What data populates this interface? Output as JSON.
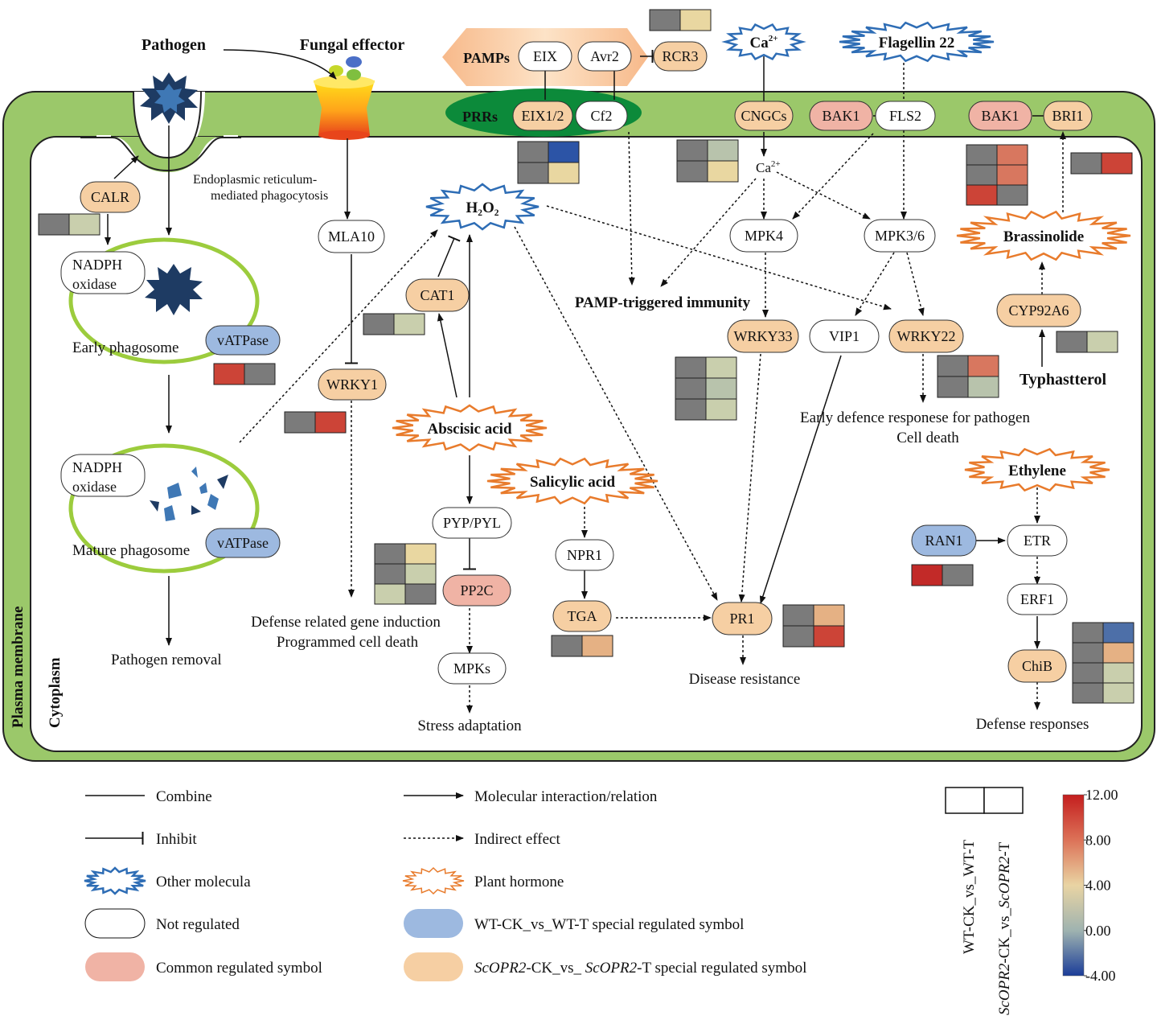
{
  "colors": {
    "membrane": "#9bc86a",
    "membrane_edge": "#222222",
    "phagosome_ring": "#9ccc3d",
    "prr_green": "#0c8a3a",
    "pamp_orange": "#fbd3a6",
    "common": "#f0b3a5",
    "wt_special": "#9db9e0",
    "opr2_special": "#f6cfa3",
    "not_regulated": "#ffffff",
    "molecule_blue": "#2e6db5",
    "hormone_orange": "#e87b2c",
    "pathogen_navy": "#1e3b63",
    "hm_gray": "#7b7b7b",
    "hm_red": "#cc4437",
    "hm_lightred": "#d8775f",
    "hm_peach": "#e5b184",
    "hm_tan": "#e9d7a1",
    "hm_lightgreen": "#c9cfad",
    "hm_sage": "#b8c3ac",
    "hm_blue": "#2c54a6",
    "hm_slateblue": "#4d6fa8",
    "hm_darkred": "#c22a28"
  },
  "compartments": {
    "plasma_membrane": "Plasma membrane",
    "cytoplasm": "Cytoplasm"
  },
  "titles": {
    "pathogen": "Pathogen",
    "fungal_effector": "Fungal effector",
    "pamps": "PAMPs",
    "prrs": "PRRs"
  },
  "nodes": {
    "eix": "EIX",
    "avr2": "Avr2",
    "rcr3": "RCR3",
    "eix12": "EIX1/2",
    "cf2": "Cf2",
    "cngcs": "CNGCs",
    "bak1_fls": "BAK1",
    "fls2": "FLS2",
    "bak1_bri": "BAK1",
    "bri1": "BRI1",
    "calr": "CALR",
    "nadph1": [
      "NADPH",
      "oxidase"
    ],
    "nadph2": [
      "NADPH",
      "oxidase"
    ],
    "vatpase1": "vATPase",
    "vatpase2": "vATPase",
    "mla10": "MLA10",
    "wrky1": "WRKY1",
    "cat1": "CAT1",
    "pyp": "PYP/PYL",
    "pp2c": "PP2C",
    "mpks": "MPKs",
    "npr1": "NPR1",
    "tga": "TGA",
    "pr1": "PR1",
    "mpk4": "MPK4",
    "mpk36": "MPK3/6",
    "wrky33": "WRKY33",
    "vip1": "VIP1",
    "wrky22": "WRKY22",
    "cyp92a6": "CYP92A6",
    "ran1": "RAN1",
    "etr": "ETR",
    "erf1": "ERF1",
    "chib": "ChiB"
  },
  "molecules": {
    "ca_top": "Ca",
    "ca_top_sup": "2+",
    "flagellin": "Flagellin 22",
    "h2o2": "H₂O₂",
    "ca_inner": "Ca",
    "ca_inner_sup": "2+"
  },
  "hormones": {
    "abscisic": "Abscisic acid",
    "salicylic": "Salicylic acid",
    "brassinolide": "Brassinolide",
    "ethylene": "Ethylene"
  },
  "labels": {
    "er_phago": [
      "Endoplasmic reticulum-",
      "mediated phagocytosis"
    ],
    "early_phagosome": "Early phagosome",
    "mature_phagosome": "Mature phagosome",
    "pathogen_removal": "Pathogen removal",
    "defense_induction": [
      "Defense related gene induction",
      "Programmed cell death"
    ],
    "stress": "Stress adaptation",
    "pti": "PAMP-triggered immunity",
    "disease_resistance": "Disease resistance",
    "early_defence": [
      "Early defence responese for pathogen",
      "Cell death"
    ],
    "typhasterol": "Typhastterol",
    "defense_responses": "Defense responses"
  },
  "legend": {
    "combine": "Combine",
    "inhibit": "Inhibit",
    "other_molecula": "Other molecula",
    "not_regulated": "Not regulated",
    "common": "Common regulated symbol",
    "molecular": "Molecular interaction/relation",
    "indirect": "Indirect effect",
    "plant_hormone": "Plant hormone",
    "wt_special": "WT-CK_vs_WT-T special regulated symbol",
    "opr2_special_italic1": "ScOPR2",
    "opr2_special_mid": "-CK_vs_ ",
    "opr2_special_italic2": "ScOPR2",
    "opr2_special_end": "-T special regulated symbol",
    "col1": "WT-CK_vs_WT-T",
    "col2_italic": "ScOPR2",
    "col2_rest": "-CK_vs_",
    "col2_italic2": "ScOPR2",
    "col2_end": "-T"
  },
  "colorbar": {
    "ticks": [
      "12.00",
      "8.00",
      "4.00",
      "0.00",
      "-4.00"
    ]
  }
}
